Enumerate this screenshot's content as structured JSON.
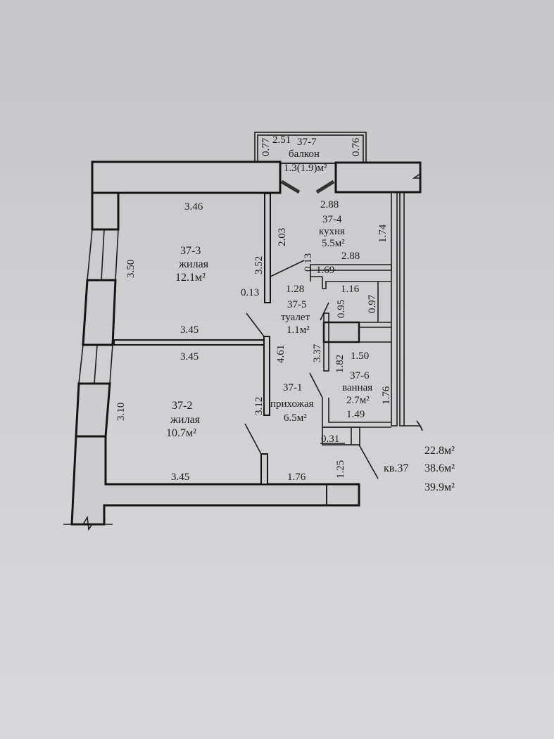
{
  "rooms": [
    {
      "id": "37-3",
      "name": "жилая",
      "area": "12.1м²"
    },
    {
      "id": "37-2",
      "name": "жилая",
      "area": "10.7м²"
    },
    {
      "id": "37-4",
      "name": "кухня",
      "area": "5.5м²"
    },
    {
      "id": "37-7",
      "name": "балкон",
      "area": "1.3(1.9)м²"
    },
    {
      "id": "37-5",
      "name": "туалет",
      "area": "1.1м²"
    },
    {
      "id": "37-6",
      "name": "ванная",
      "area": "2.7м²"
    },
    {
      "id": "37-1",
      "name": "прихожая",
      "area": "6.5м²"
    }
  ],
  "dims": {
    "balcony_w": "2.51",
    "balcony_l": "0.77",
    "balcony_r": "0.76",
    "r3_top": "3.46",
    "r3_left": "3.50",
    "r3_right": "3.52",
    "r3_bottom": "3.45",
    "r3_wall": "0.13",
    "r2_top": "3.45",
    "r2_left": "3.10",
    "r2_right": "3.12",
    "r2_bottom": "3.45",
    "kit_top": "2.88",
    "kit_left": "2.03",
    "kit_right": "1.74",
    "kit_bottom": "2.88",
    "kit_wall": "0.13",
    "kit_step": "1.69",
    "wc_w1": "1.28",
    "wc_w2": "1.16",
    "wc_h1": "0.95",
    "wc_h2": "0.97",
    "hall_v": "4.61",
    "hall_v2": "3.37",
    "hall_w": "0.31",
    "hall_h": "1.25",
    "hall_bottom": "1.76",
    "bath_top": "1.50",
    "bath_left": "1.82",
    "bath_right": "1.76",
    "bath_bottom": "1.49"
  },
  "summary": {
    "label": "кв.37",
    "living": "22.8м²",
    "total": "38.6м²",
    "total_balcony": "39.9м²"
  }
}
